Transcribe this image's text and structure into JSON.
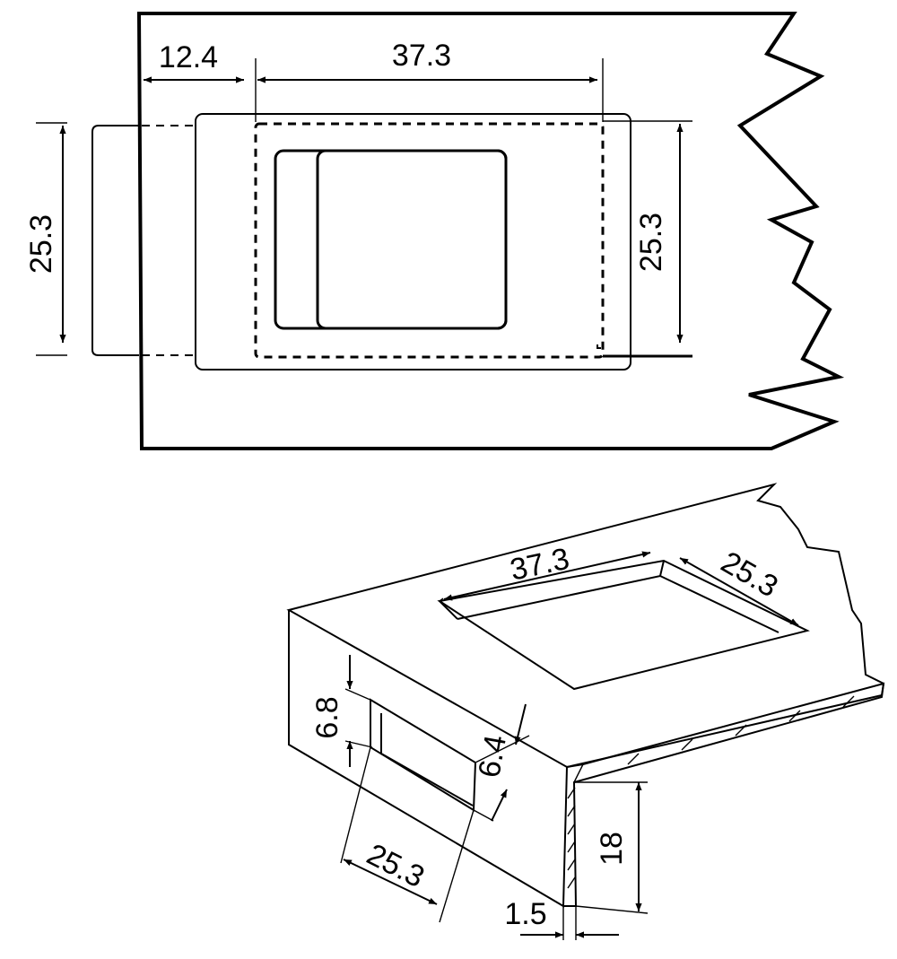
{
  "top_view": {
    "dim_offset_left": "12.4",
    "dim_opening_width": "37.3",
    "dim_opening_height_left": "25.3",
    "dim_opening_height_right": "25.3"
  },
  "iso_view": {
    "dim_top_length": "37.3",
    "dim_top_width": "25.3",
    "dim_side_slot_height": "6.8",
    "dim_side_slot_depth": "6.4",
    "dim_side_slot_length": "25.3",
    "dim_flange_height": "18",
    "dim_thickness": "1.5"
  }
}
